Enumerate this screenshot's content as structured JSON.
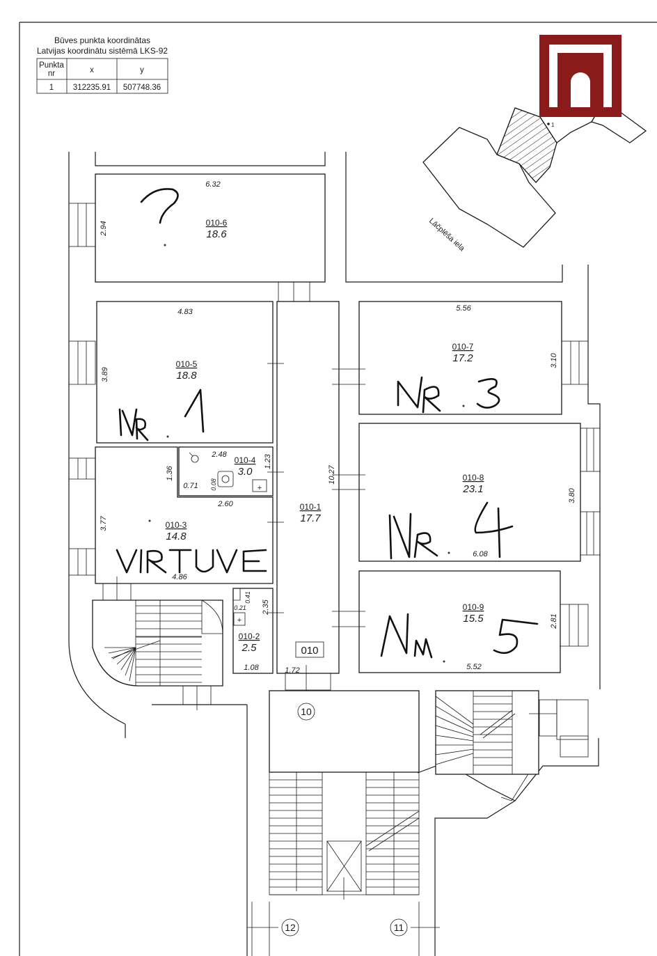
{
  "coordinates": {
    "title_line1": "Būves punkta koordinātas",
    "title_line2": "Latvijas koordinātu sistēmā LKS-92",
    "header_point": "Punkta",
    "header_point2": "nr",
    "header_x": "x",
    "header_y": "y",
    "rows": [
      {
        "nr": "1",
        "x": "312235.91",
        "y": "507748.36"
      }
    ]
  },
  "logo": {
    "color": "#8b1a1a"
  },
  "site": {
    "street": "Lāčplēša iela",
    "point_marker": "1"
  },
  "unit_label": "010",
  "rooms": {
    "r6": {
      "id": "010-6",
      "area": "18.6",
      "w": "6.32",
      "h": "2.94"
    },
    "r5": {
      "id": "010-5",
      "area": "18.8",
      "w": "4.83",
      "h": "3.89"
    },
    "r4": {
      "id": "010-4",
      "area": "3.0",
      "w": "2.48",
      "h": "1.36",
      "d1": "1.23",
      "d2": "0.71",
      "d3": "0.08"
    },
    "r3": {
      "id": "010-3",
      "area": "14.8",
      "w": "2.60",
      "h": "3.77",
      "w2": "4.86"
    },
    "r2": {
      "id": "010-2",
      "area": "2.5",
      "w": "1.08",
      "h": "2.35",
      "d1": "0.41",
      "d2": "0.21"
    },
    "r1": {
      "id": "010-1",
      "area": "17.7",
      "h": "10.27",
      "w": "1.72"
    },
    "r7": {
      "id": "010-7",
      "area": "17.2",
      "w": "5.56",
      "h": "3.10"
    },
    "r8": {
      "id": "010-8",
      "area": "23.1",
      "w": "6.08",
      "h": "3.80"
    },
    "r9": {
      "id": "010-9",
      "area": "15.5",
      "w": "5.52",
      "h": "2.81"
    }
  },
  "stairs": {
    "s10": "10",
    "s11": "11",
    "s12": "12"
  }
}
